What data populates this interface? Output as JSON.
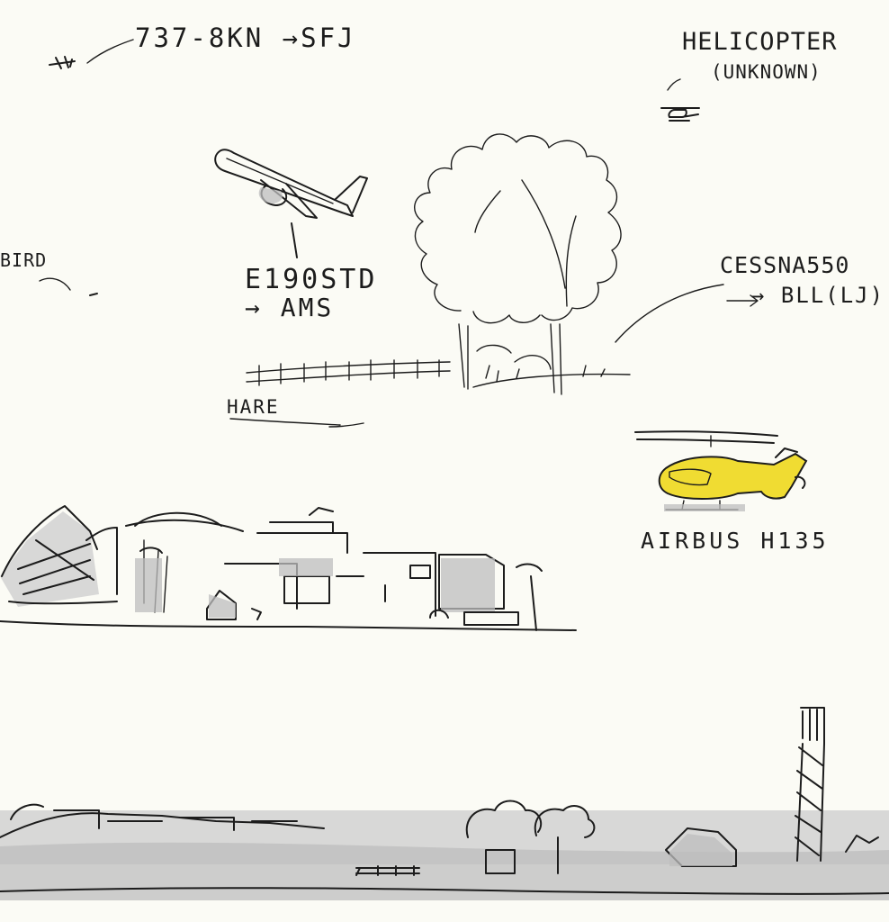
{
  "labels": {
    "b737": "737-8KN →SFJ",
    "helicopter": "HELICOPTER",
    "unknown": "(UNKNOWN)",
    "e190_line1": "E190STD",
    "e190_line2": "→ AMS",
    "bird": "BIRD",
    "cessna_line1": "CESSNA550",
    "cessna_line2": "→ BLL(LJ)",
    "hare": "HARE",
    "airbus": "AIRBUS H135"
  },
  "colors": {
    "paper": "#fbfbf5",
    "ink": "#1c1c1c",
    "wash": "#b9b9b9",
    "helicopter_yellow": "#f0dc32"
  }
}
